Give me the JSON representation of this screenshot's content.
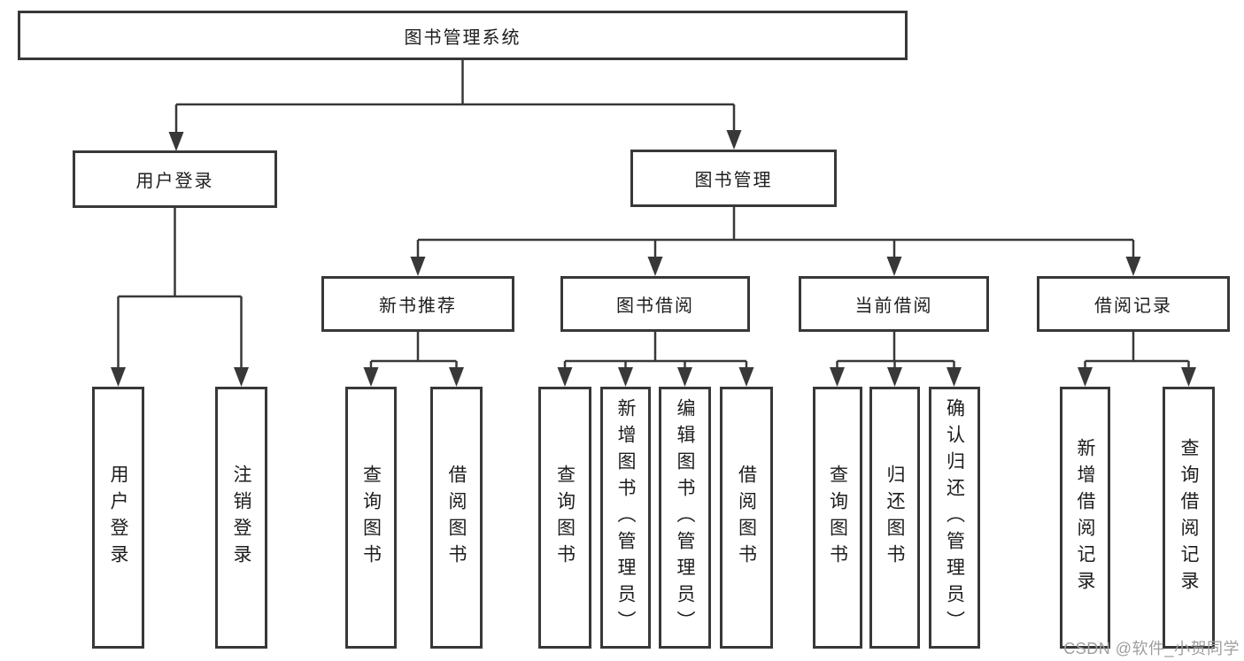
{
  "tree": {
    "root": {
      "label": "图书管理系统"
    },
    "level2": [
      {
        "label": "用户登录",
        "children": [
          {
            "label": "用户登录"
          },
          {
            "label": "注销登录"
          }
        ]
      },
      {
        "label": "图书管理",
        "children": [
          {
            "label": "新书推荐",
            "children": [
              {
                "label": "查询图书"
              },
              {
                "label": "借阅图书"
              }
            ]
          },
          {
            "label": "图书借阅",
            "children": [
              {
                "label": "查询图书"
              },
              {
                "label": "新增图书（管理员）"
              },
              {
                "label": "编辑图书（管理员）"
              },
              {
                "label": "借阅图书"
              }
            ]
          },
          {
            "label": "当前借阅",
            "children": [
              {
                "label": "查询图书"
              },
              {
                "label": "归还图书"
              },
              {
                "label": "确认归还（管理员）"
              }
            ]
          },
          {
            "label": "借阅记录",
            "children": [
              {
                "label": "新增借阅记录"
              },
              {
                "label": "查询借阅记录"
              }
            ]
          }
        ]
      }
    ]
  },
  "watermark": {
    "text": "CSDN @软件_小贺同学"
  },
  "colors": {
    "line": "#383838",
    "text": "#1d1d1d",
    "watermark": "#9e9e9e",
    "background": "#ffffff"
  }
}
